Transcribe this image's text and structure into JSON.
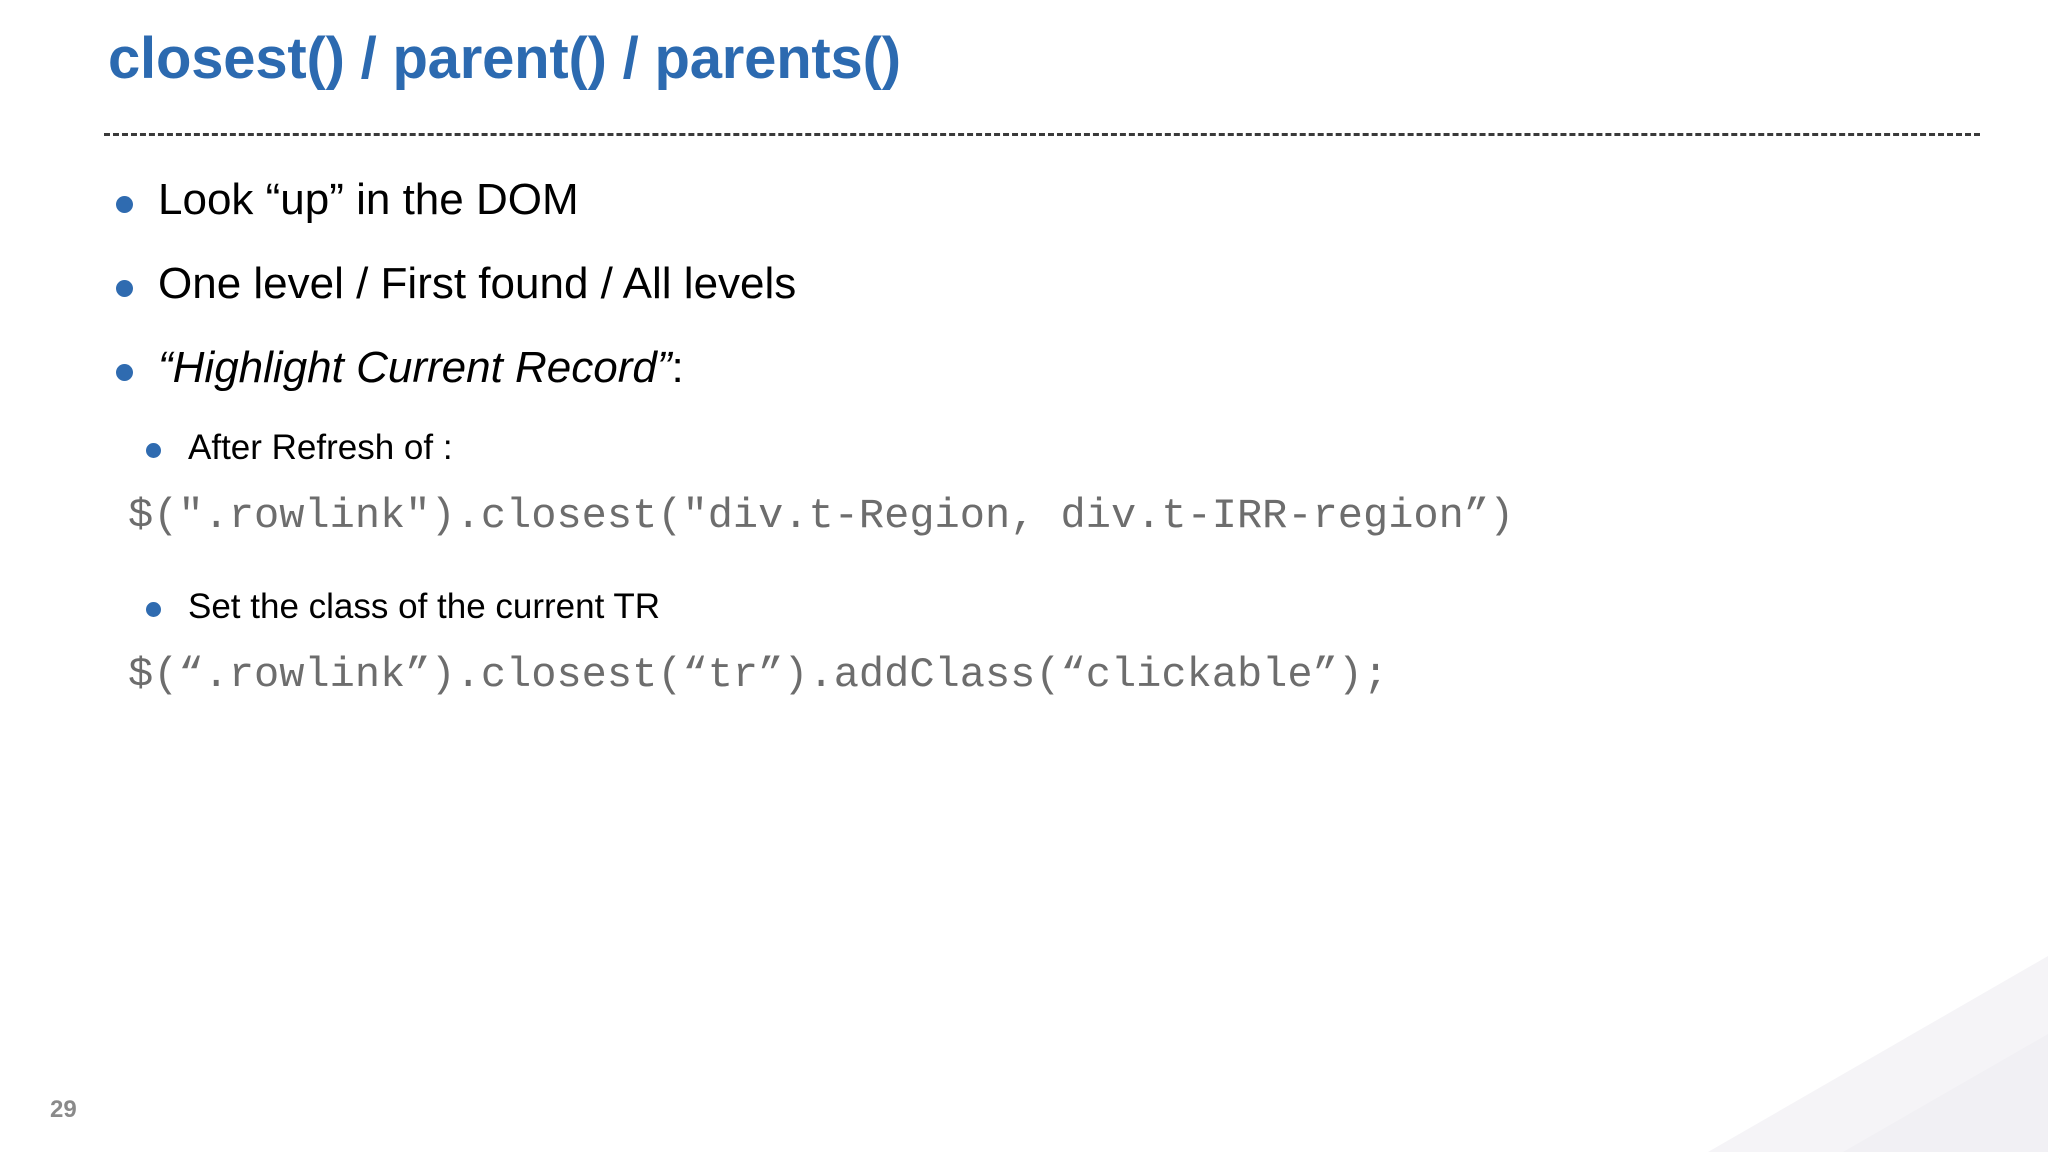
{
  "slide": {
    "title": "closest() / parent() / parents()",
    "page_number": "29",
    "accent_color": "#2c6ab0",
    "bullet_color": "#2f6bb0",
    "code_color": "#6d6d6d",
    "divider_color": "#3a3a3a",
    "background_color": "#ffffff"
  },
  "bullets": [
    {
      "level": 1,
      "text": "Look “up” in the DOM",
      "style": "normal"
    },
    {
      "level": 1,
      "text": "One level / First found / All levels",
      "style": "normal"
    },
    {
      "level": 1,
      "text_italic": "“Highlight Current Record”",
      "text_tail": ":",
      "style": "italic"
    },
    {
      "level": 2,
      "text": "After Refresh of :",
      "style": "normal"
    },
    {
      "level": 2,
      "text": "Set the class of the current TR",
      "style": "normal"
    }
  ],
  "code": {
    "line1": "$(\".rowlink\").closest(\"div.t-Region, div.t-IRR-region”)",
    "line2": "$(“.rowlink”).closest(“tr”).addClass(“clickable”);"
  }
}
